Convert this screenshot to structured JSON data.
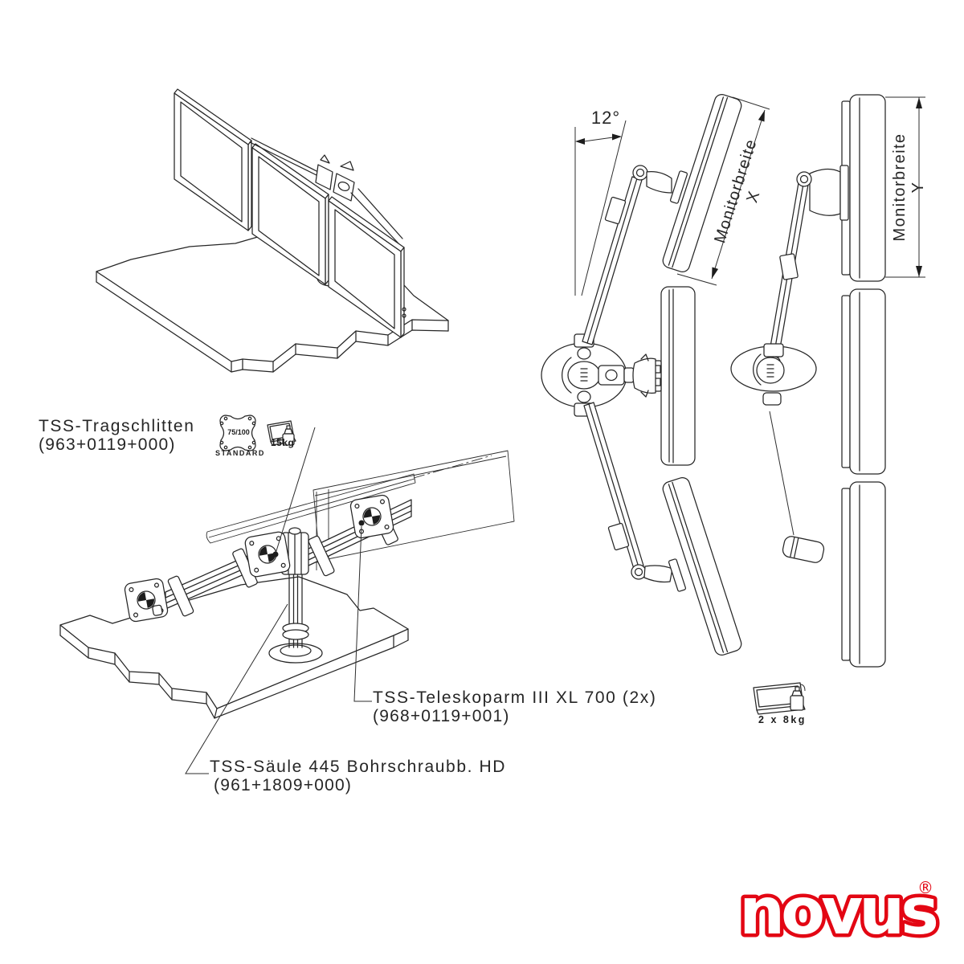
{
  "colors": {
    "line": "#262626",
    "logo_red": "#e30613",
    "background": "#ffffff"
  },
  "labels": {
    "tragschlitten": {
      "name": "TSS-Tragschlitten",
      "code": "(963+0119+000)"
    },
    "teleskoparm": {
      "name": "TSS-Teleskoparm III XL 700 (2x)",
      "code": "(968+0119+001)"
    },
    "saeule": {
      "name": "TSS-Säule 445 Bohrschraubb. HD",
      "code": "(961+1809+000)"
    }
  },
  "dimensions": {
    "angle": "12°",
    "monitor_width_x": "Monitorbreite X",
    "monitor_width_y": "Monitorbreite Y"
  },
  "icons": {
    "vesa": {
      "size": "75/100",
      "standard": "STANDARD"
    },
    "load_single": "15kg",
    "load_double": "2 x 8kg"
  },
  "logo": {
    "text": "novus",
    "registered": "®"
  }
}
